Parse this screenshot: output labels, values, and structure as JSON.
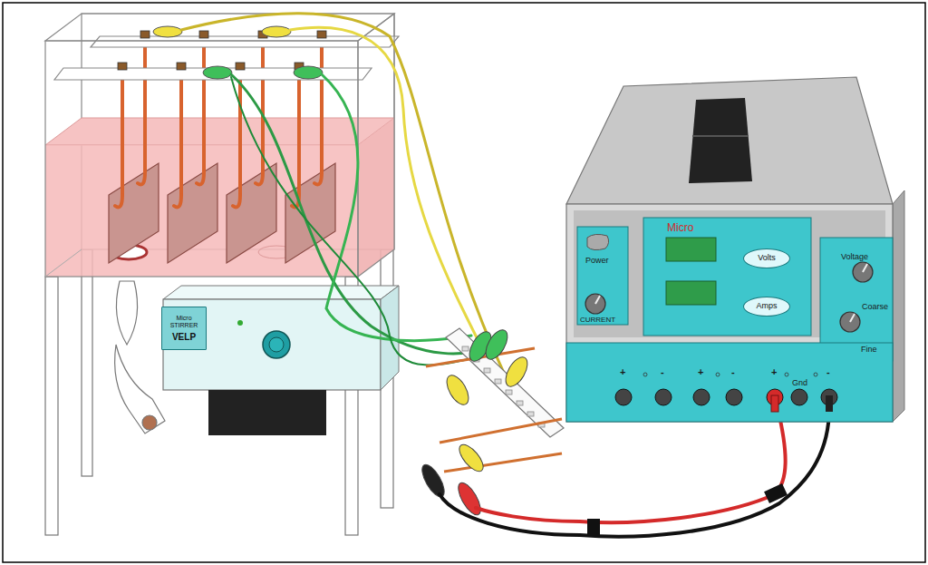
{
  "diagram": {
    "nodes": [
      {
        "text": [
          "Micro STIRRER",
          "VELP"
        ]
      },
      {
        "text": [
          "Volts"
        ]
      },
      {
        "text": [
          "Amps"
        ]
      }
    ],
    "labels": [
      "Power",
      "CURRENT",
      "Micro",
      "Voltage",
      "Coarse",
      "Fine",
      "+",
      "-",
      "+",
      "-",
      "+",
      "Gnd",
      "-"
    ]
  }
}
